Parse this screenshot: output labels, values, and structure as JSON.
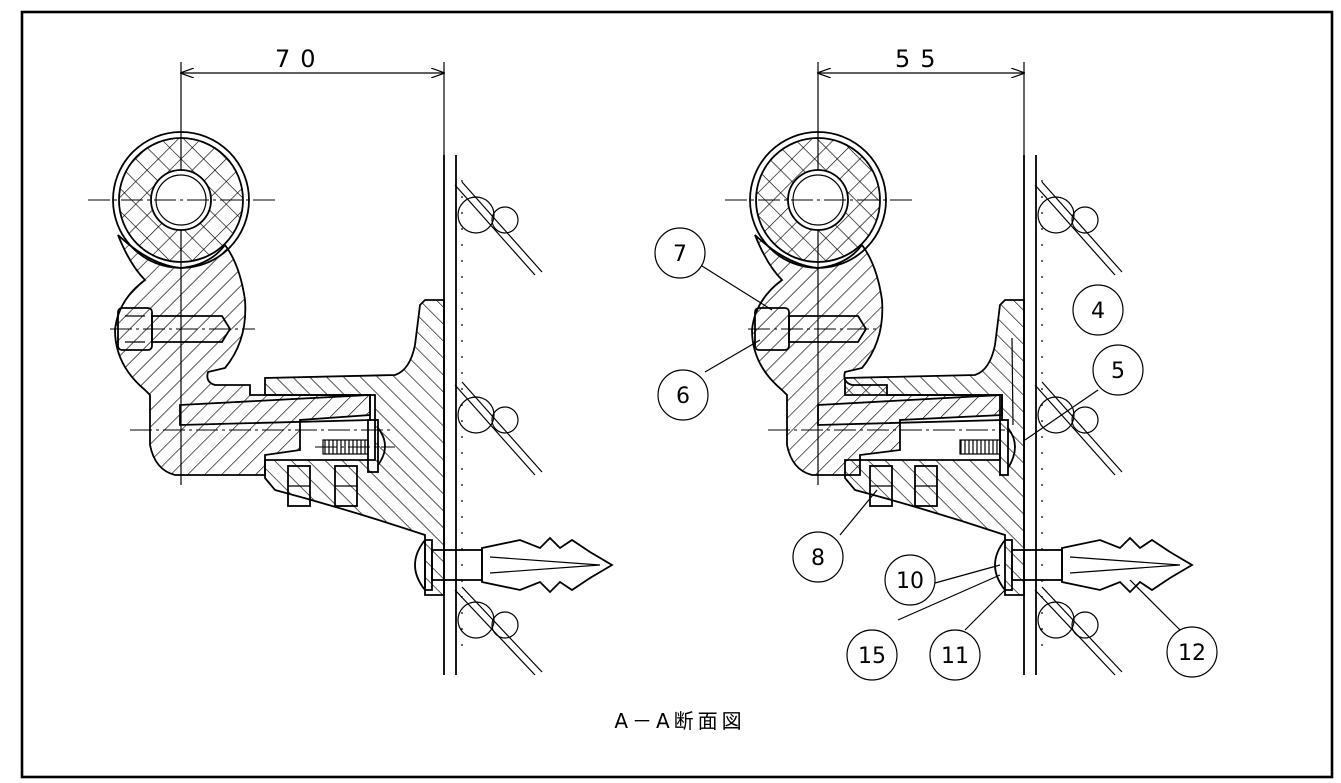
{
  "drawing": {
    "title": "A－A断面図"
  },
  "left_view": {
    "dimension": "70"
  },
  "right_view": {
    "dimension": "55",
    "balloons": [
      "7",
      "6",
      "4",
      "5",
      "8",
      "10",
      "15",
      "11",
      "12"
    ]
  }
}
